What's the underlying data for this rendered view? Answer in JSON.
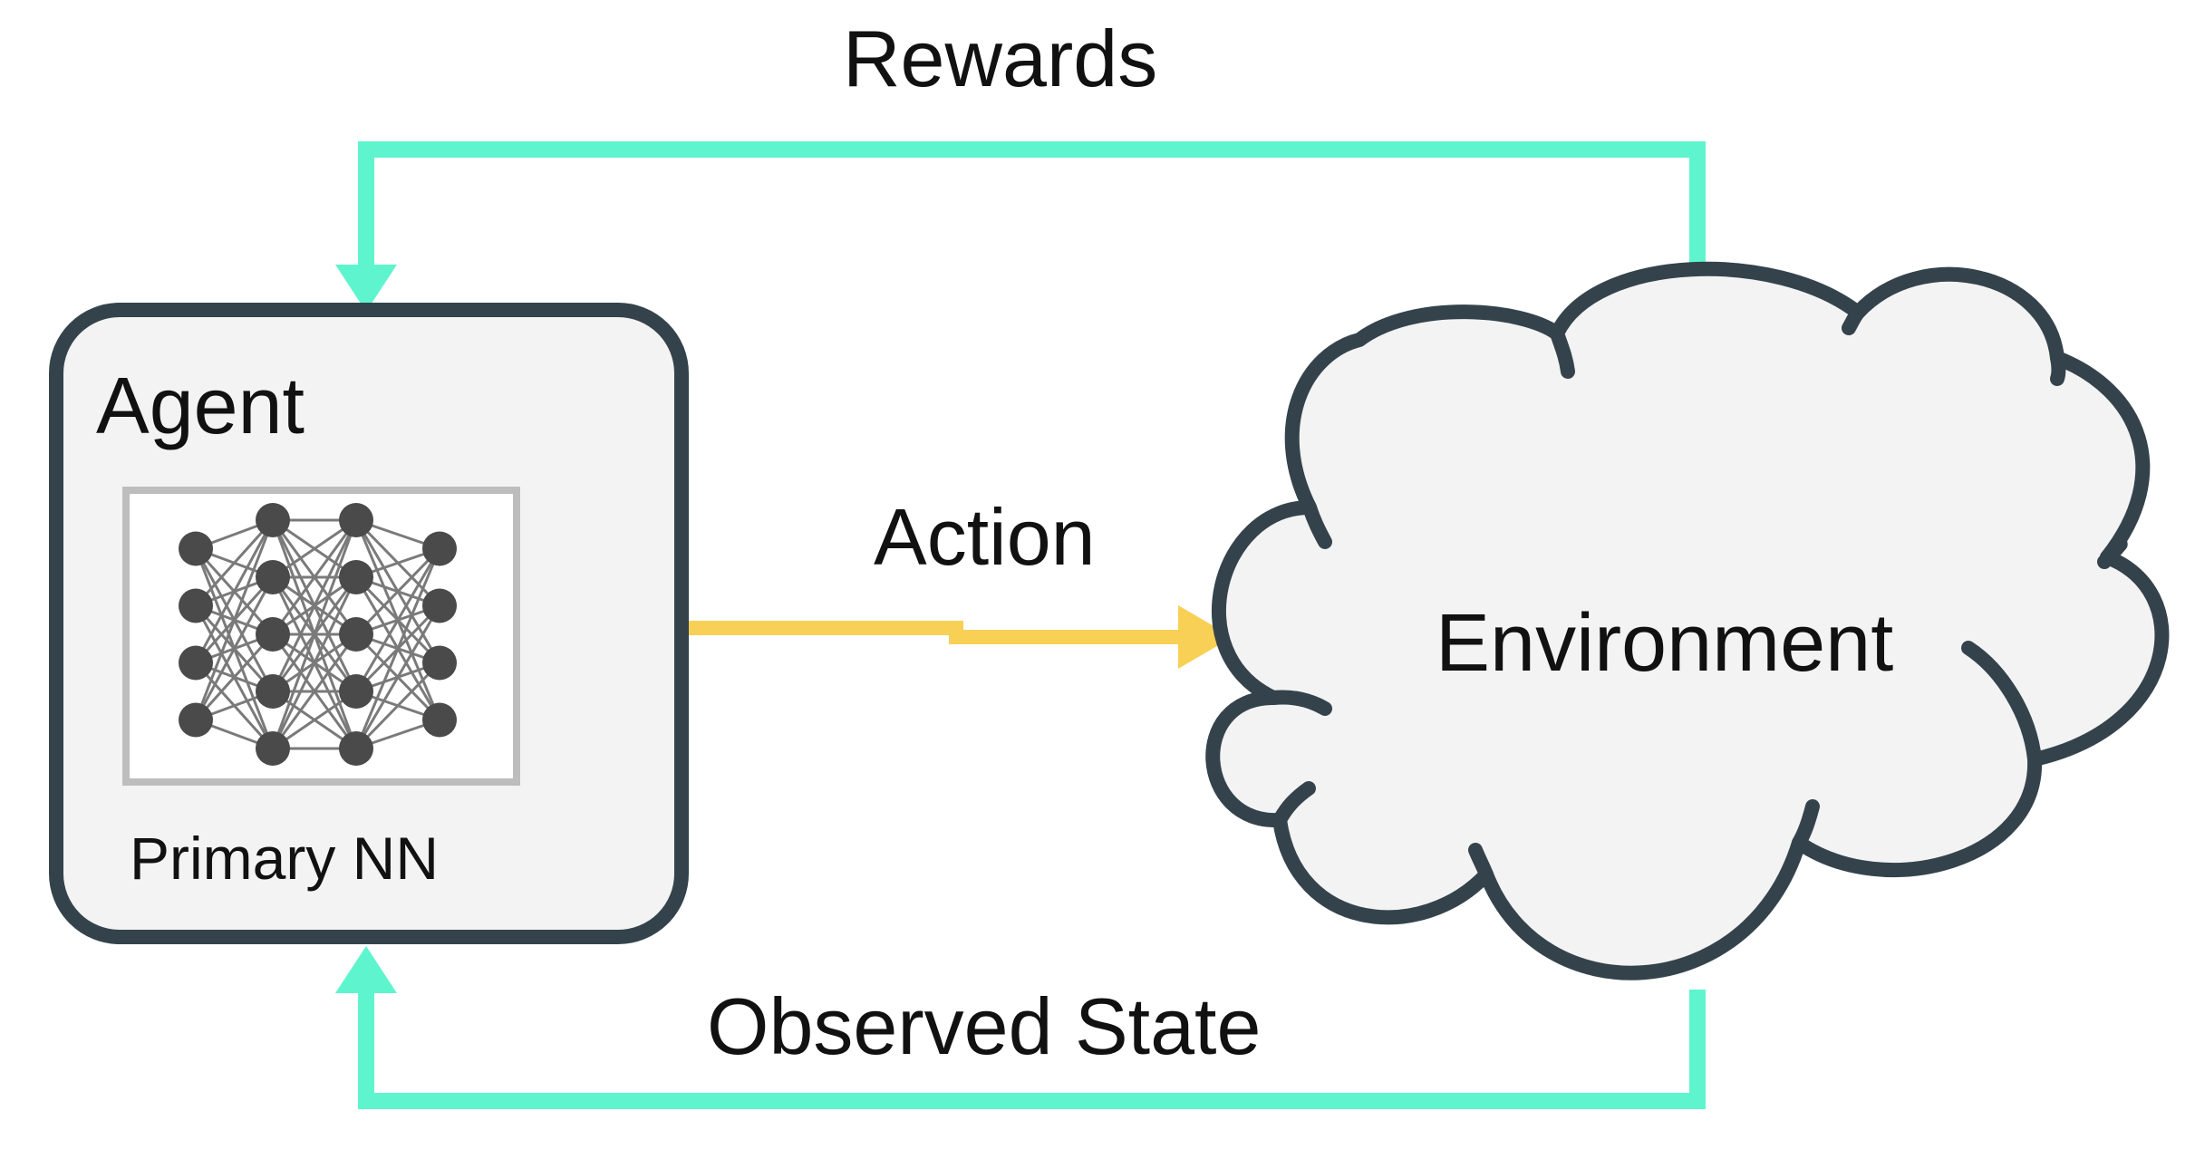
{
  "labels": {
    "rewards": "Rewards",
    "action": "Action",
    "observed_state": "Observed State",
    "agent": "Agent",
    "primary_nn": "Primary NN",
    "environment": "Environment"
  },
  "colors": {
    "feedback_arrow": "#5EF5CE",
    "action_arrow": "#F7D055",
    "outline": "#34434B",
    "box_fill": "#F3F3F3",
    "nn_frame": "#BDBDBD",
    "nn_node": "#4A4A4A",
    "nn_edge": "#7A7A7A",
    "text": "#111111"
  },
  "icons": {
    "neural_network": "neural-network-icon"
  },
  "neural_network": {
    "layer_sizes": [
      4,
      5,
      5,
      4
    ]
  }
}
